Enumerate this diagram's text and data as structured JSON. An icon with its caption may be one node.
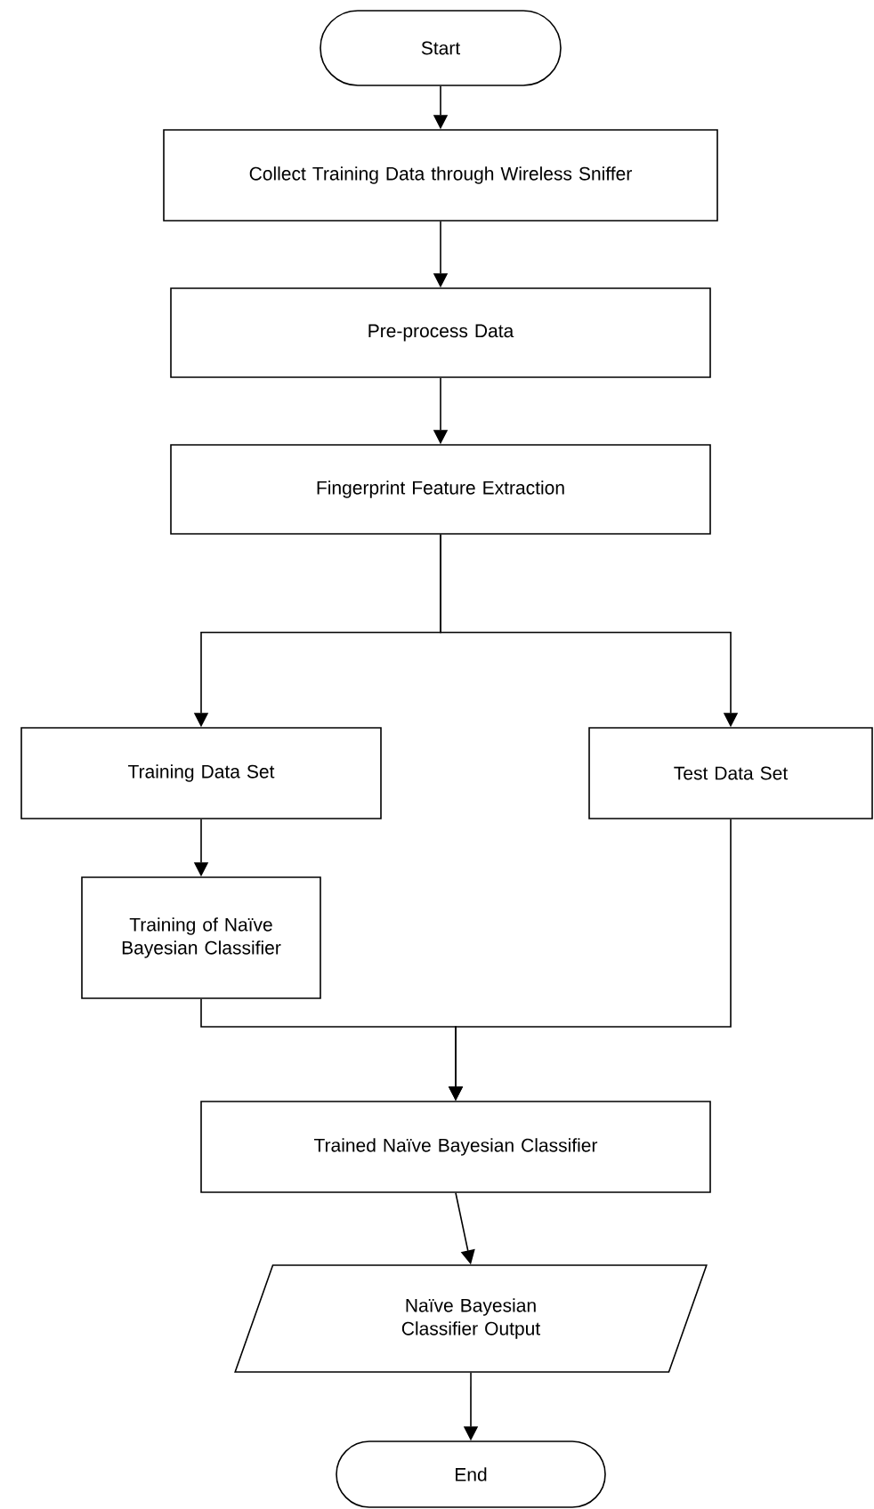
{
  "diagram": {
    "nodes": [
      {
        "text": [
          "Start"
        ]
      },
      {
        "text": [
          "Collect Training Data through Wireless Sniffer"
        ]
      },
      {
        "text": [
          "Pre-process Data"
        ]
      },
      {
        "text": [
          "Fingerprint Feature Extraction"
        ]
      },
      {
        "text": [
          "Training Data Set"
        ]
      },
      {
        "text": [
          "Test Data Set"
        ]
      },
      {
        "text": [
          "Training of Naïve Bayesian Classifier"
        ]
      },
      {
        "text": [
          "Trained Naïve Bayesian Classifier"
        ]
      },
      {
        "text": [
          "Naïve Bayesian Classifier Output"
        ]
      },
      {
        "text": [
          "End"
        ]
      }
    ],
    "edges": [
      {
        "from": 0,
        "to": 1,
        "arrow": "to"
      },
      {
        "from": 1,
        "to": 2,
        "arrow": "to"
      },
      {
        "from": 2,
        "to": 3,
        "arrow": "to"
      },
      {
        "from": 3,
        "to": 4,
        "arrow": "to"
      },
      {
        "from": 3,
        "to": 5,
        "arrow": "to"
      },
      {
        "from": 4,
        "to": 6,
        "arrow": "to"
      },
      {
        "from": 6,
        "to": 7,
        "arrow": "to"
      },
      {
        "from": 5,
        "to": 7,
        "arrow": "to"
      },
      {
        "from": 7,
        "to": 8,
        "arrow": "to"
      },
      {
        "from": 8,
        "to": 9,
        "arrow": "to"
      }
    ]
  }
}
